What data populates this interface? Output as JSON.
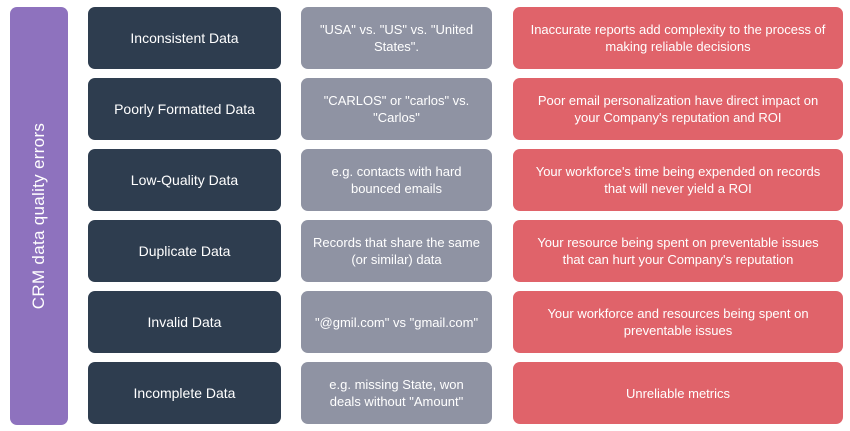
{
  "side_title": "CRM data quality errors",
  "rows": [
    {
      "type": "Inconsistent Data",
      "example": "\"USA\" vs. \"US\" vs. \"United States\".",
      "impact": "Inaccurate reports add complexity to the process of making reliable decisions"
    },
    {
      "type": "Poorly Formatted Data",
      "example": "\"CARLOS\" or \"carlos\" vs. \"Carlos\"",
      "impact": "Poor email personalization have direct impact on your Company's reputation and ROI"
    },
    {
      "type": "Low-Quality Data",
      "example": "e.g. contacts with hard bounced emails",
      "impact": "Your workforce's time being expended on records that will never yield a ROI"
    },
    {
      "type": "Duplicate Data",
      "example": "Records that share the same (or similar) data",
      "impact": "Your resource being spent on preventable issues that can hurt your Company's reputation"
    },
    {
      "type": "Invalid Data",
      "example": "\"@gmil.com\" vs \"gmail.com\"",
      "impact": "Your workforce and resources being spent on preventable issues"
    },
    {
      "type": "Incomplete Data",
      "example": "e.g. missing State, won deals without \"Amount\"",
      "impact": "Unreliable metrics"
    }
  ],
  "colors": {
    "side_bar": "#8e72be",
    "type_box": "#2e3d4f",
    "example_box": "#8f93a3",
    "impact_box": "#e0636a"
  }
}
